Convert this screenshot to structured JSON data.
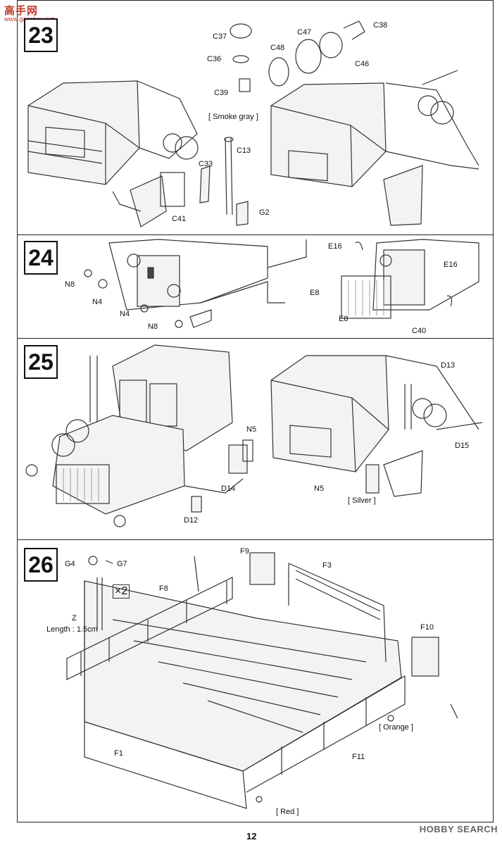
{
  "watermark": {
    "title": "高手网",
    "sub": "www.gaoshou.net"
  },
  "steps": [
    {
      "number": "23",
      "labels": [
        "C37",
        "C36",
        "C39",
        "C48",
        "C47",
        "C38",
        "C46",
        "C13",
        "C33",
        "C41",
        "G2"
      ],
      "notes": [
        "[ Smoke gray ]"
      ]
    },
    {
      "number": "24",
      "labels": [
        "N8",
        "N4",
        "N4",
        "N8",
        "E16",
        "E16",
        "E8",
        "E8",
        "C40"
      ],
      "notes": []
    },
    {
      "number": "25",
      "labels": [
        "N5",
        "D14",
        "D12",
        "D13",
        "D15",
        "N5"
      ],
      "notes": [
        "[ Silver ]"
      ]
    },
    {
      "number": "26",
      "labels": [
        "G4",
        "G7",
        "Z",
        "F8",
        "F9",
        "F3",
        "F10",
        "F1",
        "F11"
      ],
      "notes": [
        "Length : 1.5cm",
        "×2",
        "[ Orange ]",
        "[ Red ]"
      ]
    }
  ],
  "page_number": "12",
  "brand": "HOBBY SEARCH"
}
